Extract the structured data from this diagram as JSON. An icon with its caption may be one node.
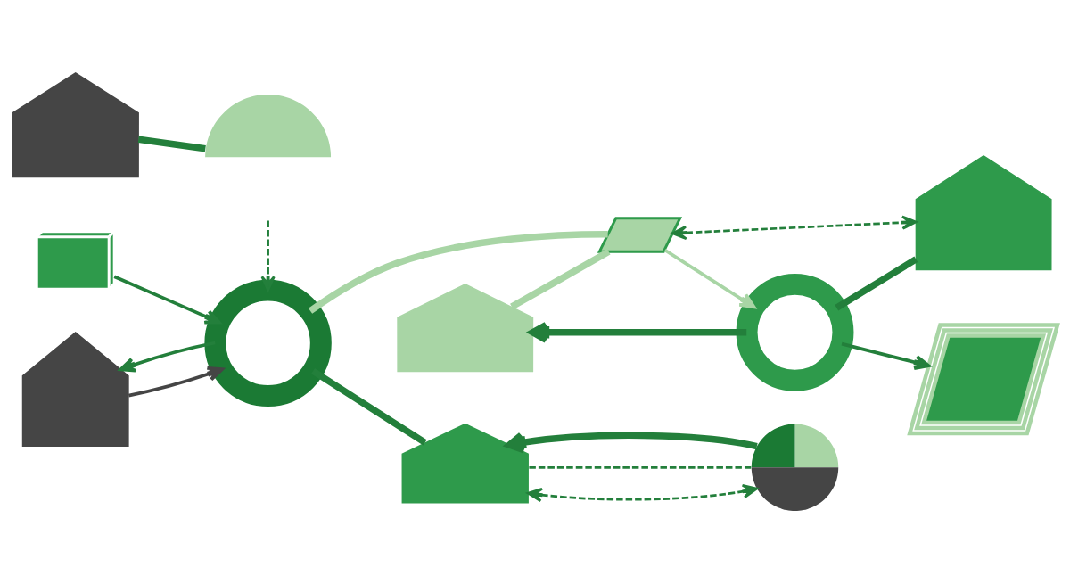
{
  "diagram": {
    "nodes": [
      {
        "text": [],
        "shape": "picture"
      },
      {
        "text": [],
        "shape": "arc"
      },
      {
        "text": [],
        "shape": "cube"
      },
      {
        "text": [],
        "shape": "ring"
      },
      {
        "text": [],
        "shape": "picture"
      },
      {
        "text": [],
        "shape": "donut"
      },
      {
        "text": [],
        "shape": "picture"
      },
      {
        "text": [],
        "shape": "picture"
      },
      {
        "text": [],
        "shape": "tile"
      },
      {
        "text": [],
        "shape": "picture"
      },
      {
        "text": [],
        "shape": "ring"
      },
      {
        "text": [],
        "shape": "layers"
      }
    ],
    "edges": [
      {
        "from": 0,
        "to": 1,
        "arrow": "none",
        "style": "thick"
      },
      {
        "from": 1,
        "to": 3,
        "arrow": "to",
        "style": "dashed"
      },
      {
        "from": 2,
        "to": 3,
        "arrow": "to"
      },
      {
        "from": 3,
        "to": 4,
        "arrow": "none",
        "style": "thick"
      },
      {
        "from": 3,
        "to": 8,
        "arrow": "none",
        "style": "thick",
        "color": "#a8d5a5"
      },
      {
        "from": 9,
        "to": 8,
        "arrow": "none",
        "style": "thick",
        "color": "#a8d5a5"
      },
      {
        "from": 8,
        "to": 10,
        "arrow": "to",
        "color": "#a8d5a5"
      },
      {
        "from": 4,
        "to": 5,
        "arrow": "both",
        "style": "dashed"
      },
      {
        "from": 5,
        "to": 4,
        "arrow": "none",
        "style": "dashed"
      },
      {
        "from": 5,
        "to": 4,
        "arrow": "to",
        "style": "thick"
      },
      {
        "from": 7,
        "to": 3,
        "arrow": "to",
        "color": "#454545"
      },
      {
        "from": 3,
        "to": 7,
        "arrow": "to"
      },
      {
        "from": 10,
        "to": 6,
        "arrow": "none",
        "style": "thick"
      },
      {
        "from": 8,
        "to": 6,
        "arrow": "both",
        "style": "dashed"
      },
      {
        "from": 10,
        "to": 11,
        "arrow": "to"
      },
      {
        "from": 10,
        "to": 9,
        "arrow": "to",
        "style": "thick"
      }
    ]
  }
}
